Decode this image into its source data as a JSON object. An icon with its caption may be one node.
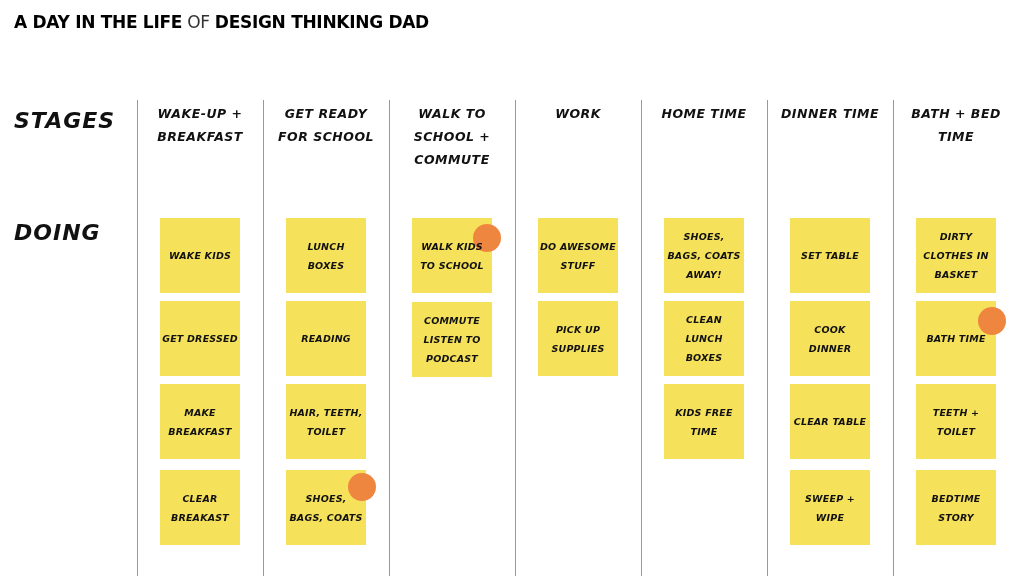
{
  "diagram": {
    "title": "**A DAY IN THE LIFE** OF **DESIGN THINKING DAD**",
    "nodes": [
      {
        "text": [
          "WAKE KIDS"
        ]
      },
      {
        "text": [
          "GET DRESSED"
        ]
      },
      {
        "text": [
          "MAKE BREAKFAST"
        ]
      },
      {
        "text": [
          "CLEAR BREAKAST"
        ]
      },
      {
        "text": [
          "LUNCH BOXES"
        ]
      },
      {
        "text": [
          "READING"
        ]
      },
      {
        "text": [
          "HAIR, TEETH, TOILET"
        ]
      },
      {
        "text": [
          "SHOES, BAGS, COATS"
        ]
      },
      {
        "text": [
          "WALK KIDS TO SCHOOL"
        ]
      },
      {
        "text": [
          "COMMUTE LISTEN TO PODCAST"
        ]
      },
      {
        "text": [
          "DO AWESOME STUFF"
        ]
      },
      {
        "text": [
          "PICK UP SUPPLIES"
        ]
      },
      {
        "text": [
          "SHOES, BAGS, COATS AWAY!"
        ]
      },
      {
        "text": [
          "CLEAN LUNCH BOXES"
        ]
      },
      {
        "text": [
          "KIDS FREE TIME"
        ]
      },
      {
        "text": [
          "SET TABLE"
        ]
      },
      {
        "text": [
          "COOK DINNER"
        ]
      },
      {
        "text": [
          "CLEAR TABLE"
        ]
      },
      {
        "text": [
          "SWEEP + WIPE"
        ]
      },
      {
        "text": [
          "DIRTY CLOTHES IN BASKET"
        ]
      },
      {
        "text": [
          "BATH TIME"
        ]
      },
      {
        "text": [
          "TEETH + TOILET"
        ]
      },
      {
        "text": [
          "BEDTIME STORY"
        ]
      }
    ],
    "labels": [
      "STAGES",
      "WAKE-UP + BREAKFAST",
      "GET READY FOR SCHOOL",
      "WALK TO SCHOOL + COMMUTE",
      "WORK",
      "HOME TIME",
      "DINNER TIME",
      "BATH + BED TIME",
      "DOING"
    ]
  }
}
